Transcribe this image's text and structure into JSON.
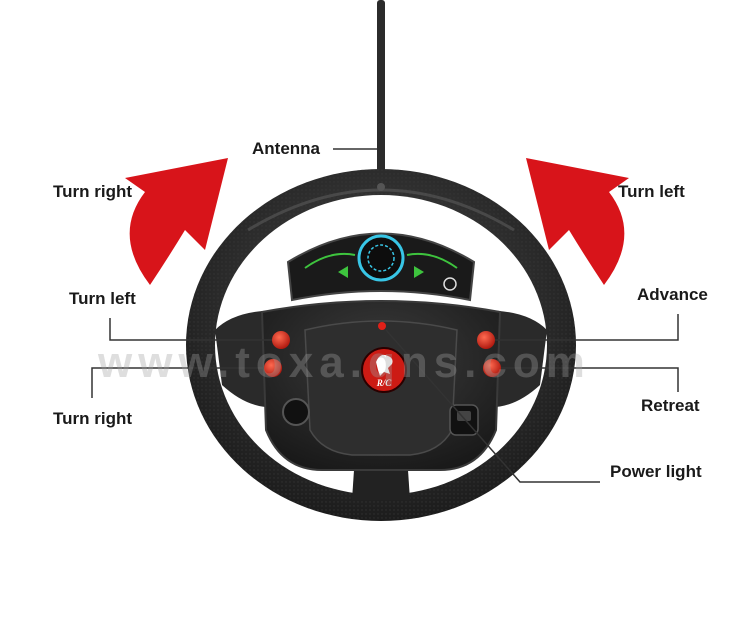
{
  "labels": {
    "antenna": "Antenna",
    "arrow_left_turn": "Turn right",
    "arrow_right_turn": "Turn left",
    "button_left_upper": "Turn left",
    "button_left_lower": "Turn right",
    "button_right_upper": "Advance",
    "button_right_lower": "Retreat",
    "power_light": "Power light"
  },
  "hub_emblem_text": "R/C",
  "watermark": "www.toxa.qns.com",
  "colors": {
    "arrow_red": "#d8141a",
    "wheel_dark": "#262626",
    "button_red": "#d42a1c",
    "leader_line": "#333333",
    "dash_cyan": "#38c6e6",
    "dash_green": "#3ec43e"
  },
  "icons": {
    "left_arrow": "curved-arrow-up-right-icon",
    "right_arrow": "curved-arrow-up-left-icon",
    "emblem": "prancing-horse-icon"
  }
}
